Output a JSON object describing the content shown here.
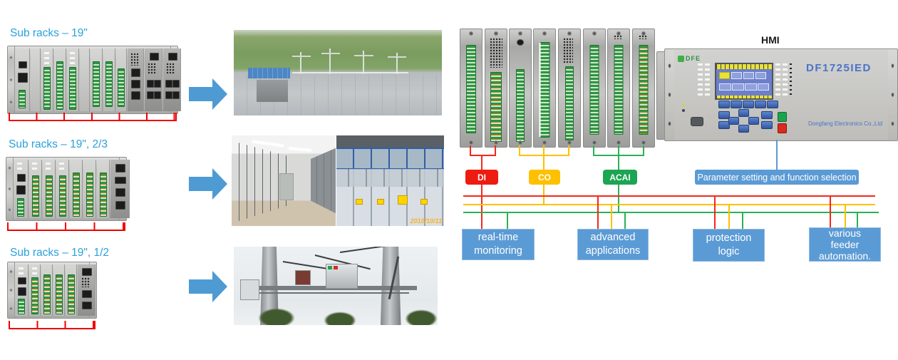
{
  "labels": {
    "rack1": "Sub racks – 19\"",
    "rack2": "Sub racks – 19\", 2/3",
    "rack3": "Sub racks – 19\", 1/2"
  },
  "diagram": {
    "groups": [
      {
        "label": "DI",
        "color": "#ee1b10"
      },
      {
        "label": "CO",
        "color": "#ffc000"
      },
      {
        "label": "ACAI",
        "color": "#1ca552"
      }
    ],
    "bus_colors": {
      "red": "#f4281b",
      "yellow": "#ffc000",
      "green": "#29b257"
    },
    "hmi": {
      "title": "HMI",
      "logo": "DFE",
      "model": "DF1725IED",
      "company": "Dongfang Electronics Co.,Ltd",
      "callout": "Parameter setting and function selection"
    },
    "function_boxes": [
      {
        "name": "real-time-monitoring",
        "lines": [
          "real-time",
          "monitoring"
        ]
      },
      {
        "name": "advanced-applications",
        "lines": [
          "advanced",
          "applications"
        ]
      },
      {
        "name": "protection-logic",
        "lines": [
          "protection",
          "logic"
        ]
      },
      {
        "name": "various-feeder-automation",
        "lines": [
          "various",
          "feeder",
          "automation."
        ]
      }
    ]
  },
  "photos": {
    "cabinet_timestamp": "2010/10/11"
  },
  "accent": {
    "label_blue": "#2aa0da",
    "box_blue": "#5b9bd5",
    "measure_red": "#f00100"
  }
}
